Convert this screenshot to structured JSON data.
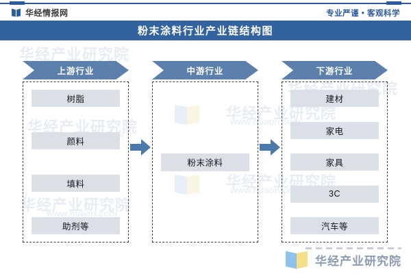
{
  "header": {
    "brand_name": "华经情报网",
    "brand_icon": "open-book-icon",
    "slogan": "专业严谨 • 客观科学"
  },
  "title": "粉末涂料行业产业链结构图",
  "diagram": {
    "type": "value-chain",
    "columns": [
      {
        "id": "upstream",
        "banner": "上游行业",
        "nodes": [
          "树脂",
          "颜料",
          "填料",
          "助剂等"
        ]
      },
      {
        "id": "midstream",
        "banner": "中游行业",
        "nodes": [
          "粉末涂料"
        ]
      },
      {
        "id": "downstream",
        "banner": "下游行业",
        "nodes": [
          "建材",
          "家电",
          "家具",
          "3C",
          "汽车等"
        ]
      }
    ],
    "arrows": [
      {
        "id": "arrow-upstream-to-midstream",
        "icon": "right-arrow-icon"
      },
      {
        "id": "arrow-midstream-to-downstream",
        "icon": "right-arrow-icon"
      }
    ]
  },
  "footer": {
    "brand_name": "华经产业研究院",
    "brand_icon": "open-book-icon"
  },
  "watermarks": {
    "text": "华经产业研究院",
    "url": "www.huaon.com"
  },
  "colors": {
    "title_bar": "#33639f",
    "accent_rule": "#2c5a9e",
    "banner": "#5c7fab",
    "node_fill": "#dbdfe8",
    "arrow": "#4b79ab",
    "slogan": "#2c5a9e",
    "footer_text": "#8d9bb0"
  }
}
